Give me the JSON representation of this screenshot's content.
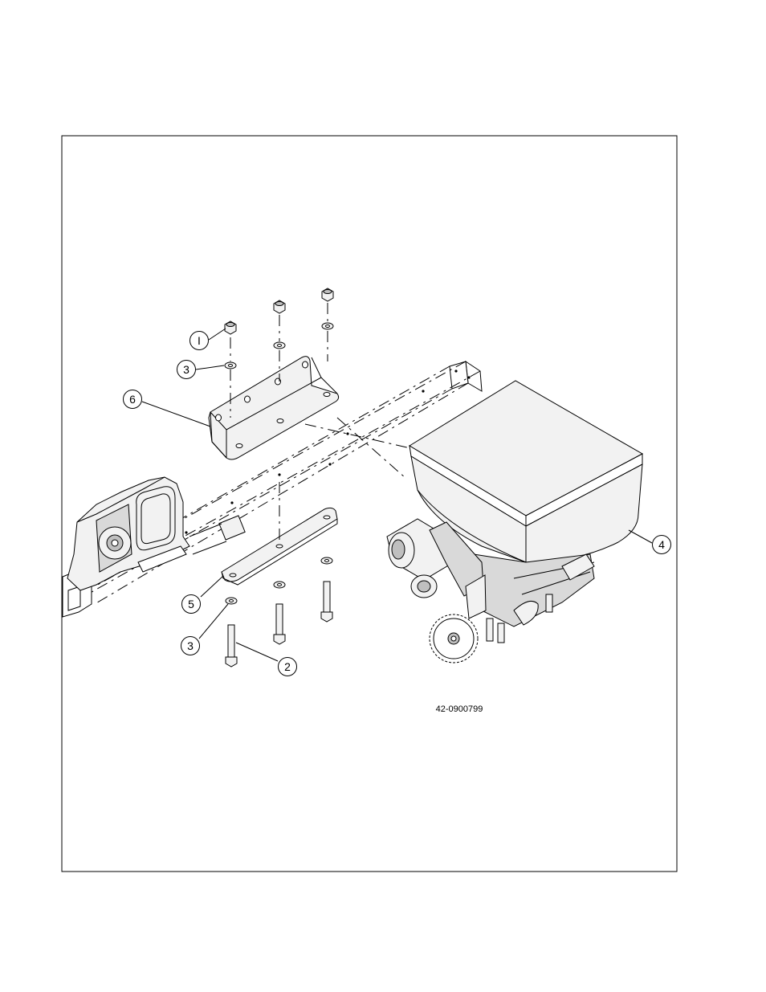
{
  "drawing": {
    "part_number": "42-0900799",
    "callouts": [
      {
        "id": "callout-1",
        "label": "I"
      },
      {
        "id": "callout-2",
        "label": "2"
      },
      {
        "id": "callout-3a",
        "label": "3"
      },
      {
        "id": "callout-3b",
        "label": "3"
      },
      {
        "id": "callout-4",
        "label": "4"
      },
      {
        "id": "callout-5",
        "label": "5"
      },
      {
        "id": "callout-6",
        "label": "6"
      }
    ]
  }
}
